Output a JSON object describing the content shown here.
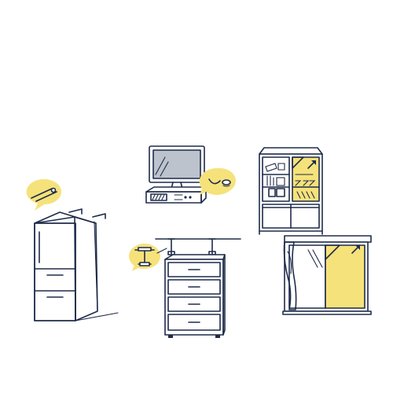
{
  "colors": {
    "line": "#1f2b4a",
    "accent_yellow": "#f6e27a",
    "screen_gray": "#bcc3cc",
    "hatch_gray": "#c8cdd4",
    "background": "#ffffff"
  },
  "scenes": [
    {
      "name": "refrigerator",
      "badge": "anti-tip-strap-icon"
    },
    {
      "name": "tv-and-deck",
      "badge": "adhesive-gel-mat-icon"
    },
    {
      "name": "glass-cabinet",
      "badge": "anti-shatter-film-icon"
    },
    {
      "name": "drawer-chest",
      "badge": "tension-pole-icon"
    },
    {
      "name": "window",
      "badge": "anti-shatter-film-icon"
    }
  ]
}
